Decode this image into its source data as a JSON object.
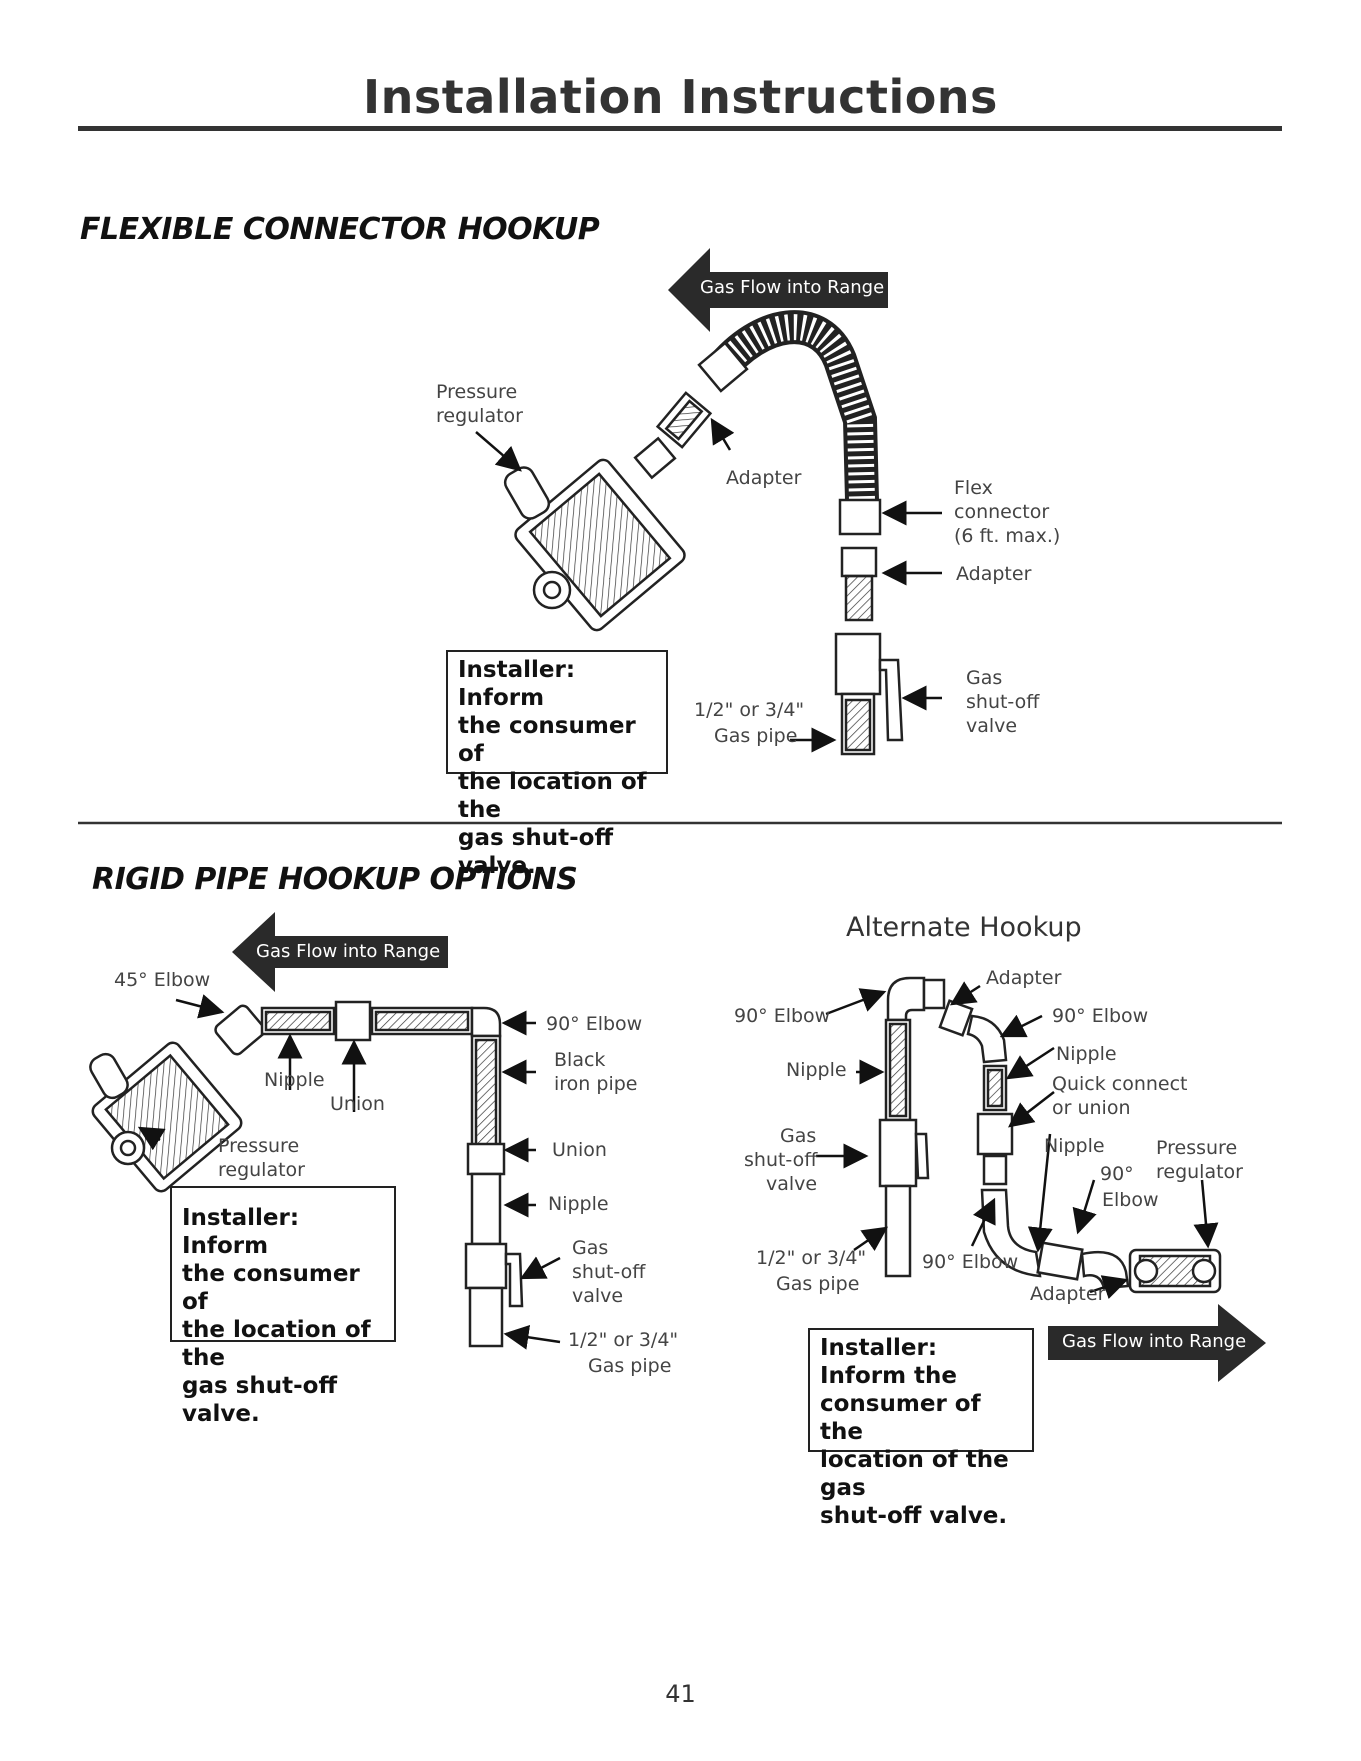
{
  "page": {
    "title": "Installation Instructions",
    "page_number": "41"
  },
  "flexible": {
    "heading": "FLEXIBLE CONNECTOR HOOKUP",
    "flow_label": "Gas Flow into Range",
    "labels": {
      "pressure_regulator": [
        "Pressure",
        "regulator"
      ],
      "adapter_top": "Adapter",
      "flex_connector": [
        "Flex",
        "connector",
        "(6 ft. max.)"
      ],
      "adapter_bottom": "Adapter",
      "gas_shutoff": [
        "Gas",
        "shut-off",
        "valve"
      ],
      "gas_pipe": [
        "1/2\" or 3/4\"",
        "Gas pipe"
      ]
    },
    "notice": [
      "Installer: Inform",
      "the consumer of",
      "the location of the",
      "gas shut-off valve."
    ]
  },
  "rigid": {
    "heading": "RIGID PIPE HOOKUP OPTIONS",
    "flow_label": "Gas Flow into Range",
    "labels": {
      "elbow45": "45° Elbow",
      "nipple_top": "Nipple",
      "union_top": "Union",
      "pressure_regulator": [
        "Pressure",
        "regulator"
      ],
      "elbow90": "90° Elbow",
      "black_iron": [
        "Black",
        "iron pipe"
      ],
      "union": "Union",
      "nipple": "Nipple",
      "gas_shutoff": [
        "Gas",
        "shut-off",
        "valve"
      ],
      "gas_pipe": [
        "1/2\" or 3/4\"",
        "Gas pipe"
      ]
    },
    "notice": [
      "Installer: Inform",
      "the consumer of",
      "the location of the",
      "gas shut-off valve."
    ]
  },
  "alternate": {
    "title": "Alternate Hookup",
    "flow_label": "Gas Flow into Range",
    "labels": {
      "adapter_top": "Adapter",
      "elbow90_left": "90° Elbow",
      "elbow90_right": "90° Elbow",
      "nipple_left": "Nipple",
      "nipple_right": "Nipple",
      "quick_connect": [
        "Quick connect",
        "or union"
      ],
      "gas_shutoff": [
        "Gas",
        "shut-off",
        "valve"
      ],
      "nipple_lower": "Nipple",
      "pressure_regulator": [
        "Pressure",
        "regulator"
      ],
      "elbow90_lower": [
        "90°",
        "Elbow"
      ],
      "gas_pipe": [
        "1/2\" or 3/4\"",
        "Gas pipe"
      ],
      "elbow90_bottom": "90° Elbow",
      "adapter_bottom": "Adapter"
    },
    "notice": [
      "Installer: Inform the",
      "consumer of the",
      "location of the gas",
      "shut-off valve."
    ]
  },
  "colors": {
    "flow_banner": "#2a2a2a",
    "rule": "#333333"
  }
}
